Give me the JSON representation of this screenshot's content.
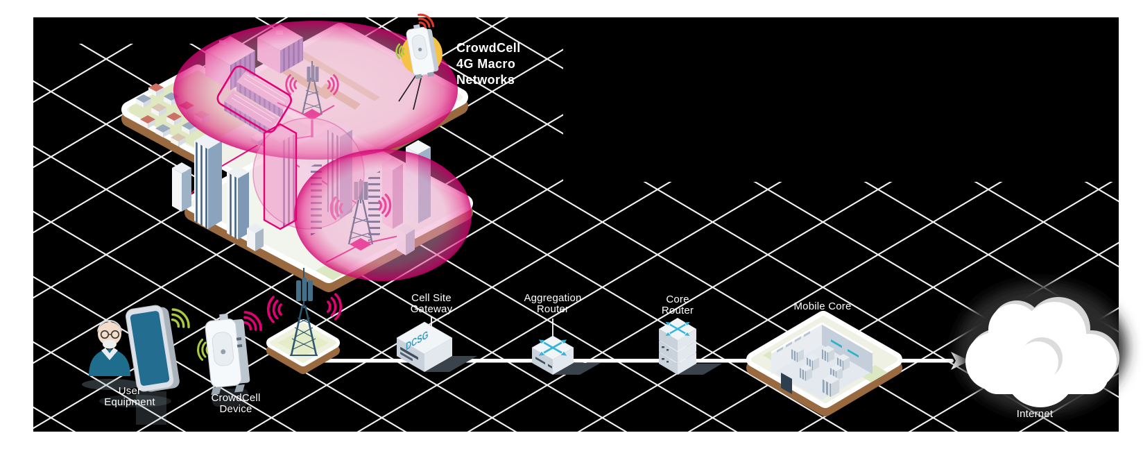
{
  "callout": {
    "label": "CrowdCell 4G Macro Networks"
  },
  "nodes": [
    {
      "id": "user-equipment",
      "label": "User Equipment"
    },
    {
      "id": "crowdcell-device",
      "label": "CrowdCell Device"
    },
    {
      "id": "cell-site-gateway",
      "label": "Cell Site Gateway",
      "device_text": "DCSG"
    },
    {
      "id": "aggregation-router",
      "label": "Aggregation Router"
    },
    {
      "id": "core-router",
      "label": "Core Router"
    },
    {
      "id": "mobile-core",
      "label": "Mobile Core"
    },
    {
      "id": "internet",
      "label": "Internet"
    }
  ],
  "colors": {
    "background": "#000000",
    "grid_line": "#ffffff",
    "accent_magenta": "#e20074",
    "badge_yellow": "#f6c243",
    "wave_green": "#a9c93f",
    "wave_red": "#e0392b",
    "label_text": "#ffffff"
  }
}
